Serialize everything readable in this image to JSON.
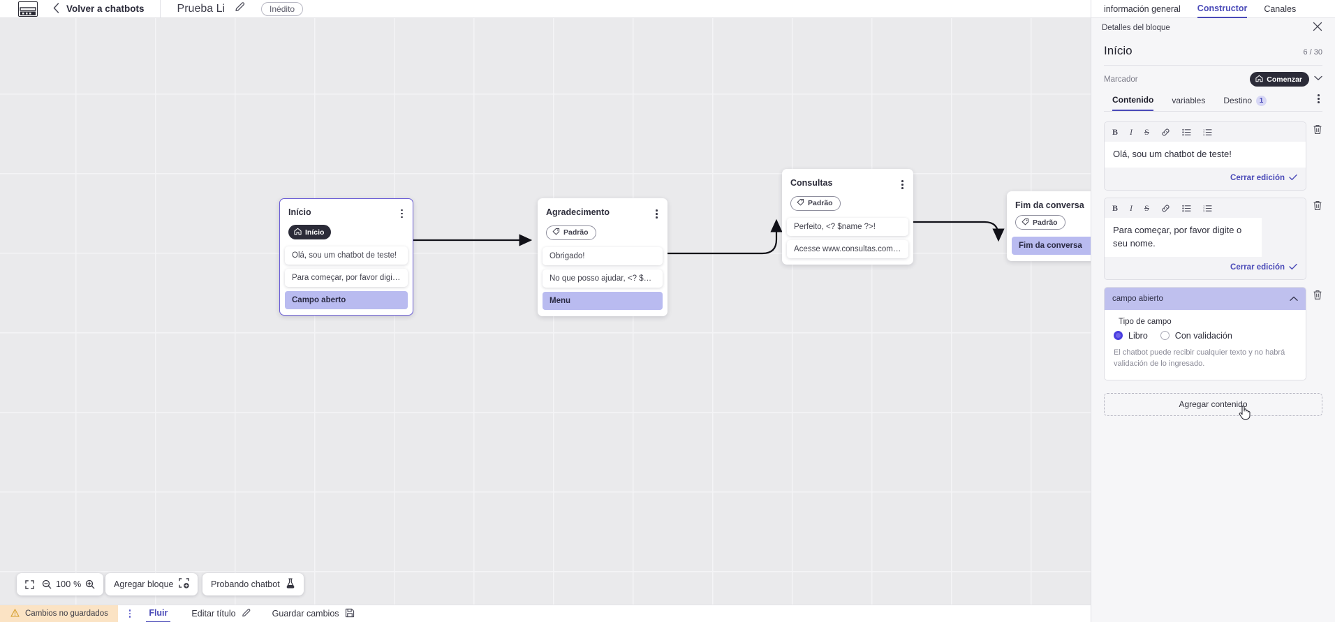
{
  "topbar": {
    "logo_icon": "chatbot-logo-icon",
    "back_chevron_icon": "chevron-left-icon",
    "back_label": "Volver a chatbots",
    "bot_title": "Prueba Li",
    "edit_icon": "pencil-icon",
    "status_badge": "Inédito"
  },
  "canvas": {
    "zoom_toolbar": {
      "fit_icon": "fit-screen-icon",
      "zoom_out_icon": "zoom-out-icon",
      "zoom_value": "100 %",
      "zoom_in_icon": "zoom-in-icon"
    },
    "add_block_label": "Agregar bloque",
    "add_block_icon": "add-block-icon",
    "test_bot_label": "Probando chatbot",
    "test_bot_icon": "flask-icon",
    "nodes": [
      {
        "title": "Início",
        "tag": "Início",
        "tag_type": "start",
        "tag_icon": "home-icon",
        "selected": true,
        "rows": [
          {
            "type": "message",
            "text": "Olá, sou um chatbot de teste!"
          },
          {
            "type": "message",
            "text": "Para começar, por favor digite o ..."
          },
          {
            "type": "field",
            "text": "Campo aberto"
          }
        ]
      },
      {
        "title": "Agradecimento",
        "tag": "Padrão",
        "tag_type": "default",
        "tag_icon": "tag-icon",
        "selected": false,
        "rows": [
          {
            "type": "message",
            "text": "Obrigado!"
          },
          {
            "type": "message",
            "text": "No que posso ajudar, <? $name ..."
          },
          {
            "type": "field",
            "text": "Menu"
          }
        ]
      },
      {
        "title": "Consultas",
        "tag": "Padrão",
        "tag_type": "default",
        "tag_icon": "tag-icon",
        "selected": false,
        "rows": [
          {
            "type": "message",
            "text": "Perfeito, <? $name ?>!"
          },
          {
            "type": "message",
            "text": "Acesse www.consultas.com par..."
          }
        ]
      },
      {
        "title": "Fim da conversa",
        "tag": "Padrão",
        "tag_type": "default",
        "tag_icon": "tag-icon",
        "selected": false,
        "rows": [
          {
            "type": "field",
            "text": "Fim da conversa"
          }
        ]
      }
    ]
  },
  "bottombar": {
    "unsaved_label": "Cambios no guardados",
    "warning_icon": "warning-triangle-icon",
    "kebab_icon": "kebab-menu-icon",
    "flow_tab": "Fluir",
    "edit_title_label": "Editar título",
    "edit_title_icon": "pencil-icon",
    "save_label": "Guardar cambios",
    "save_icon": "save-disk-icon"
  },
  "panel": {
    "tabs": [
      {
        "label": "información general",
        "active": false
      },
      {
        "label": "Constructor",
        "active": true
      },
      {
        "label": "Canales",
        "active": false
      }
    ],
    "subheader": "Detalles del bloque",
    "close_icon": "close-icon",
    "block_title": "Início",
    "block_count": "6 / 30",
    "marker_label": "Marcador",
    "marker_value": "Comenzar",
    "marker_icon": "home-icon",
    "marker_chevron_icon": "chevron-down-icon",
    "subtabs": [
      {
        "label": "Contenido",
        "active": true,
        "badge": null
      },
      {
        "label": "variables",
        "active": false,
        "badge": null
      },
      {
        "label": "Destino",
        "active": false,
        "badge": "1"
      }
    ],
    "subtabs_kebab_icon": "kebab-menu-icon",
    "editor_toolbar": [
      {
        "name": "bold-icon",
        "glyph": "B"
      },
      {
        "name": "italic-icon",
        "glyph": "I"
      },
      {
        "name": "strikethrough-icon",
        "glyph": "S"
      },
      {
        "name": "link-icon",
        "glyph": "link"
      },
      {
        "name": "bullet-list-icon",
        "glyph": "ul"
      },
      {
        "name": "numbered-list-icon",
        "glyph": "ol"
      }
    ],
    "blocks": [
      {
        "type": "text",
        "text": "Olá, sou um chatbot de teste!",
        "close_edit_label": "Cerrar edición",
        "check_icon": "check-icon",
        "delete_icon": "trash-icon"
      },
      {
        "type": "text",
        "text": "Para começar, por favor digite o seu nome.",
        "close_edit_label": "Cerrar edición",
        "check_icon": "check-icon",
        "delete_icon": "trash-icon"
      }
    ],
    "field_card": {
      "header": "campo abierto",
      "collapse_icon": "chevron-up-icon",
      "delete_icon": "trash-icon",
      "label": "Tipo de campo",
      "options": [
        {
          "label": "Libro",
          "selected": true
        },
        {
          "label": "Con validación",
          "selected": false
        }
      ],
      "help": "El chatbot puede recibir cualquier texto y no habrá validación de lo ingresado."
    },
    "add_content_label": "Agregar contenido",
    "cursor_icon": "pointing-hand-cursor-icon"
  },
  "colors": {
    "accent": "#4a4ab8",
    "node_field": "#b9bbf0",
    "selected_border": "#6a5cd6",
    "warning_bg": "#fbe3c4",
    "panel_bg": "#f6f6f8",
    "canvas_bg": "#eaeaec"
  }
}
